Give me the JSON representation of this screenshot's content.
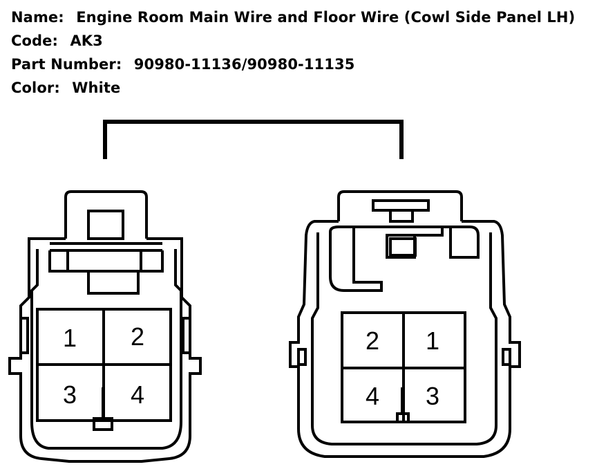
{
  "header": {
    "name_label": "Name:",
    "name_value": "Engine Room Main Wire and Floor Wire (Cowl Side Panel LH)",
    "code_label": "Code:",
    "code_value": "AK3",
    "part_label": "Part Number:",
    "part_value": "90980-11136/90980-11135",
    "color_label": "Color:",
    "color_value": "White"
  },
  "connectors": {
    "left": {
      "pins": [
        "1",
        "2",
        "3",
        "4"
      ]
    },
    "right": {
      "pins": [
        "2",
        "1",
        "4",
        "3"
      ]
    }
  },
  "colors": {
    "line": "#000000",
    "background": "#ffffff"
  }
}
